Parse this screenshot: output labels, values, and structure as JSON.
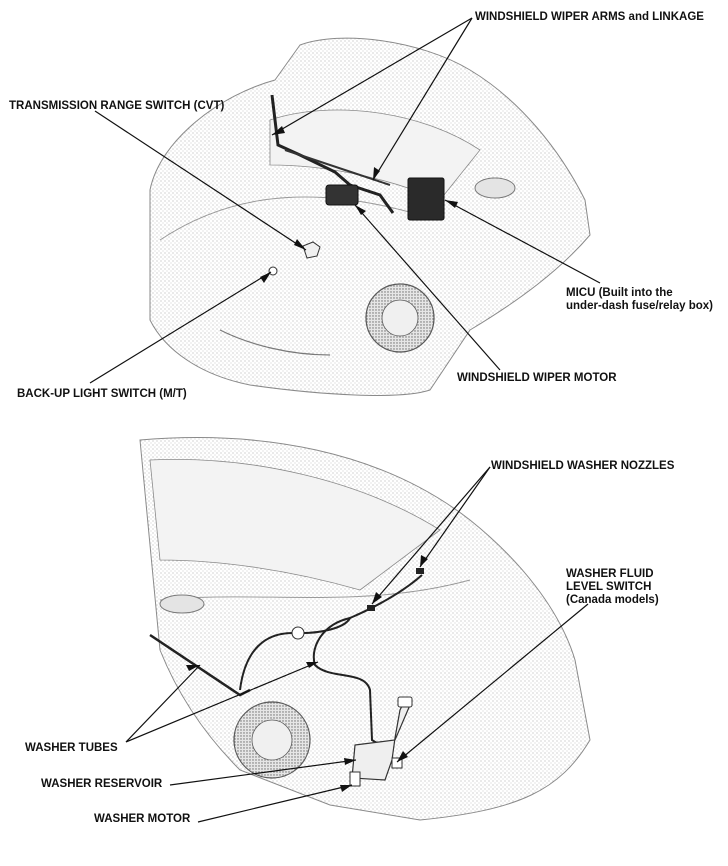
{
  "top_diagram": {
    "labels": {
      "wiper_arms": "WINDSHIELD WIPER ARMS and LINKAGE",
      "trans_switch": "TRANSMISSION RANGE SWITCH (CVT)",
      "micu_line1": "MICU (Built into the",
      "micu_line2": "under-dash fuse/relay box)",
      "wiper_motor": "WINDSHIELD WIPER MOTOR",
      "backup_switch": "BACK-UP LIGHT SWITCH (M/T)"
    }
  },
  "bottom_diagram": {
    "labels": {
      "washer_nozzles": "WINDSHIELD WASHER NOZZLES",
      "fluid_switch_line1": "WASHER FLUID",
      "fluid_switch_line2": "LEVEL SWITCH",
      "fluid_switch_line3": "(Canada models)",
      "washer_tubes": "WASHER TUBES",
      "washer_reservoir": "WASHER RESERVOIR",
      "washer_motor": "WASHER MOTOR"
    }
  },
  "colors": {
    "ink": "#111111",
    "shade": "#b0b0b0",
    "paper": "#ffffff"
  }
}
